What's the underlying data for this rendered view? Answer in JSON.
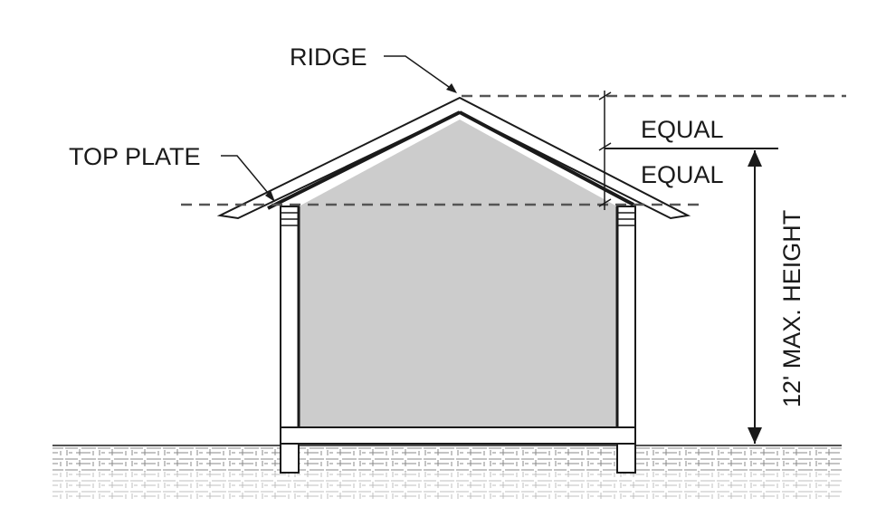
{
  "labels": {
    "ridge": "RIDGE",
    "top_plate": "TOP PLATE",
    "equal_upper": "EQUAL",
    "equal_lower": "EQUAL",
    "max_height": "12' MAX. HEIGHT"
  },
  "colors": {
    "interior_fill": "#cccccc",
    "line": "#1a1a1a",
    "dashed_line": "#555555",
    "background": "#ffffff"
  }
}
